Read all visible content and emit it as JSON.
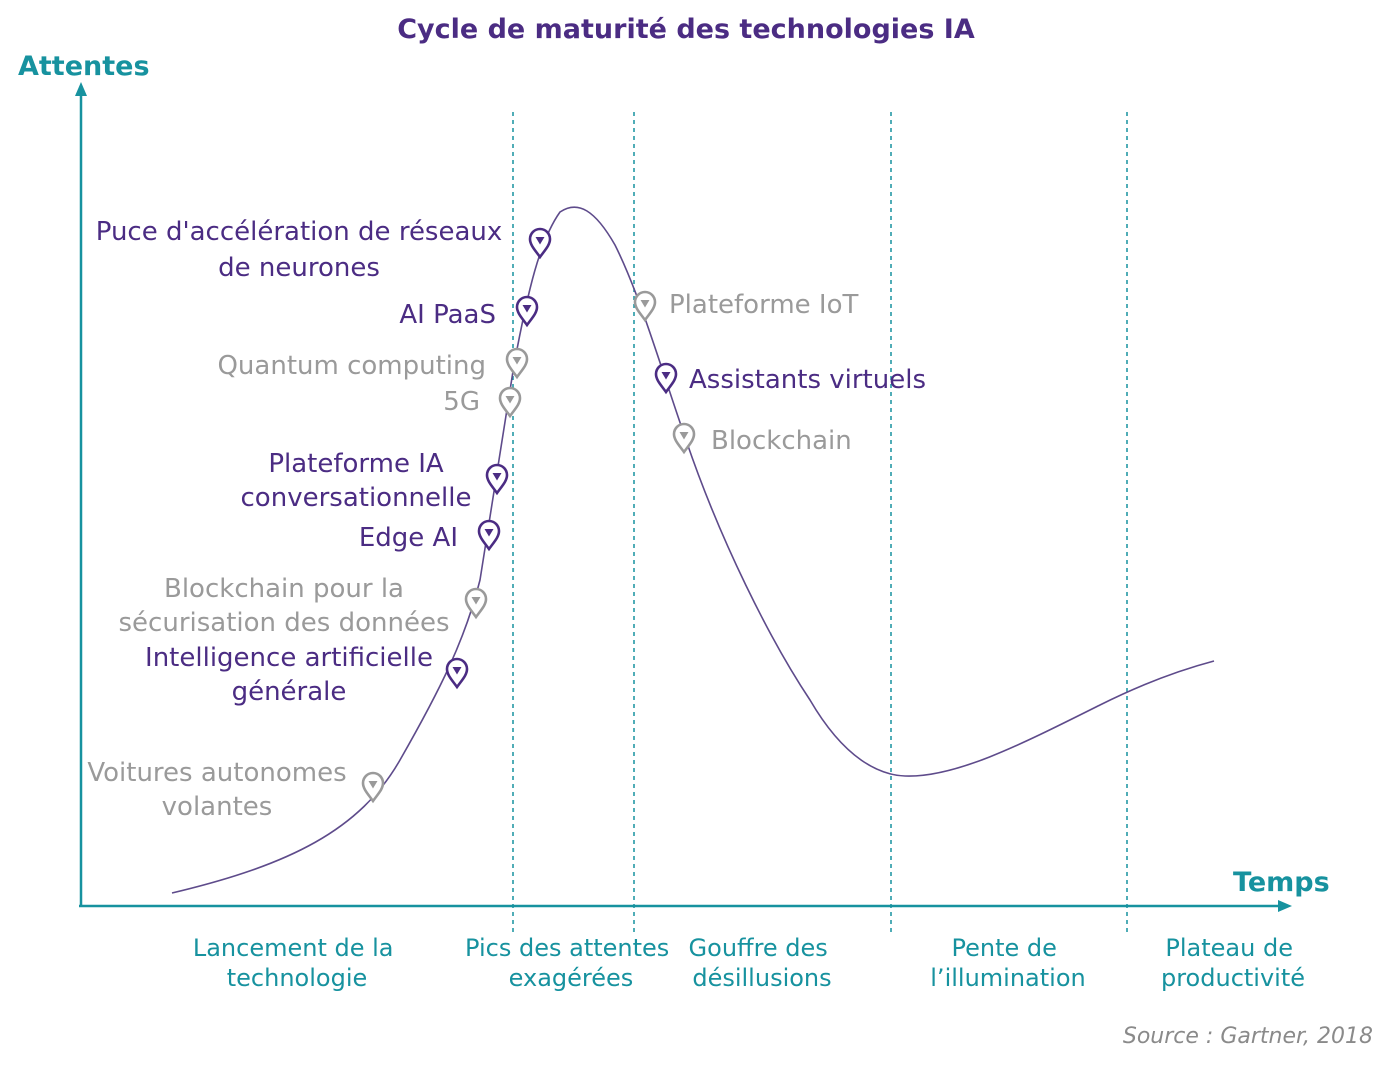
{
  "title": "Cycle de maturité des technologies IA",
  "y_axis_label": "Attentes",
  "x_axis_label": "Temps",
  "source": "Source : Gartner, 2018",
  "colors": {
    "purple": "#4b2c83",
    "gray": "#9a9a9a",
    "teal": "#17929f",
    "curve": "#5e4b8b",
    "axis": "#17929f"
  },
  "phases": [
    {
      "id": "lancement",
      "lines": [
        "Lancement de la",
        "technologie"
      ]
    },
    {
      "id": "pics",
      "lines": [
        "Pics des attentes",
        "exagérées"
      ]
    },
    {
      "id": "gouffre",
      "lines": [
        "Gouffre des",
        "désillusions"
      ]
    },
    {
      "id": "pente",
      "lines": [
        "Pente de",
        "l’illumination"
      ]
    },
    {
      "id": "plateau",
      "lines": [
        "Plateau de",
        "productivité"
      ]
    }
  ],
  "technologies": [
    {
      "id": "voitures-autonomes-volantes",
      "lines": [
        "Voitures autonomes",
        "volantes"
      ],
      "status": "gray"
    },
    {
      "id": "intelligence-artificielle-generale",
      "lines": [
        "Intelligence artificielle",
        "générale"
      ],
      "status": "highlight"
    },
    {
      "id": "blockchain-securisation",
      "lines": [
        "Blockchain pour la",
        "sécurisation des données"
      ],
      "status": "gray"
    },
    {
      "id": "edge-ai",
      "lines": [
        "Edge AI"
      ],
      "status": "highlight"
    },
    {
      "id": "plateforme-ia-conversationnelle",
      "lines": [
        "Plateforme IA",
        "conversationnelle"
      ],
      "status": "highlight"
    },
    {
      "id": "5g",
      "lines": [
        "5G"
      ],
      "status": "gray"
    },
    {
      "id": "quantum-computing",
      "lines": [
        "Quantum computing"
      ],
      "status": "gray"
    },
    {
      "id": "ai-paas",
      "lines": [
        "AI PaaS"
      ],
      "status": "highlight"
    },
    {
      "id": "puce-acceleration",
      "lines": [
        "Puce d'accélération de réseaux",
        "de neurones"
      ],
      "status": "highlight"
    },
    {
      "id": "plateforme-iot",
      "lines": [
        "Plateforme IoT"
      ],
      "status": "gray"
    },
    {
      "id": "assistants-virtuels",
      "lines": [
        "Assistants virtuels"
      ],
      "status": "highlight"
    },
    {
      "id": "blockchain",
      "lines": [
        "Blockchain"
      ],
      "status": "gray"
    }
  ]
}
